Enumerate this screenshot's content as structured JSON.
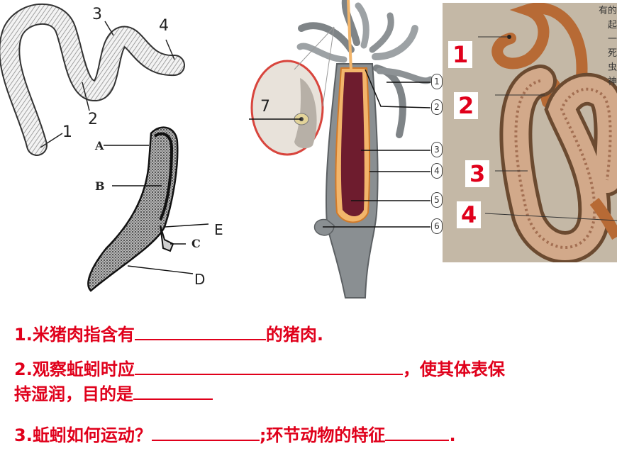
{
  "worm_a_labels": [
    "1",
    "2",
    "3",
    "4"
  ],
  "leech_labels": [
    "A",
    "B",
    "C",
    "D",
    "E"
  ],
  "hydra": {
    "inset_label": "7",
    "pointer_labels": [
      "1",
      "2",
      "3",
      "4",
      "5",
      "6"
    ]
  },
  "photo": {
    "labels": [
      "1",
      "2",
      "3",
      "4"
    ],
    "side_text": [
      "有的",
      "起",
      "一",
      "死",
      "虫",
      "神"
    ]
  },
  "questions": [
    {
      "lines": [
        [
          "1.米猪肉指含有",
          185,
          "的猪肉."
        ]
      ]
    },
    {
      "lines": [
        [
          "2.观察蚯蚓时应",
          378,
          "，使其体表保"
        ],
        [
          "持湿润，目的是",
          112,
          ""
        ]
      ]
    },
    {
      "lines": [
        [
          "3.蚯蚓如何运动？",
          152,
          ";环节动物的特征",
          90,
          "."
        ]
      ]
    }
  ],
  "colors": {
    "accent": "#e0001b",
    "hydra_body": "#6e1c2e",
    "photo_bg": "#c4b8a6"
  }
}
